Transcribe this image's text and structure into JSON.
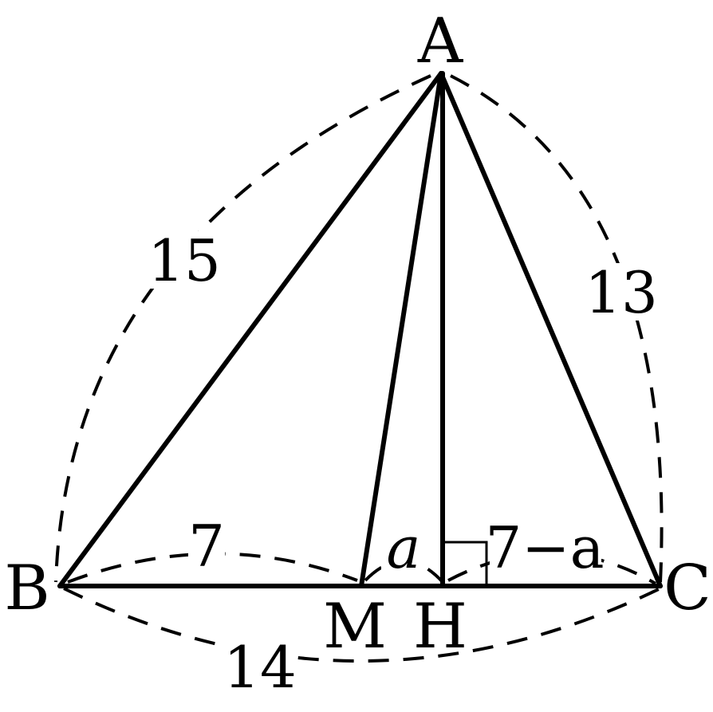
{
  "vertices": {
    "A": "A",
    "B": "B",
    "C": "C",
    "M": "M",
    "H": "H"
  },
  "measures": {
    "AB": "15",
    "AC": "13",
    "BC": "14",
    "BM": "7",
    "MH": "a",
    "HC": "7−a"
  },
  "marks": {
    "right_angle_at": "H",
    "dashed_dimension_arcs": [
      "AB",
      "AC",
      "BC",
      "BM",
      "MH",
      "HC"
    ]
  }
}
